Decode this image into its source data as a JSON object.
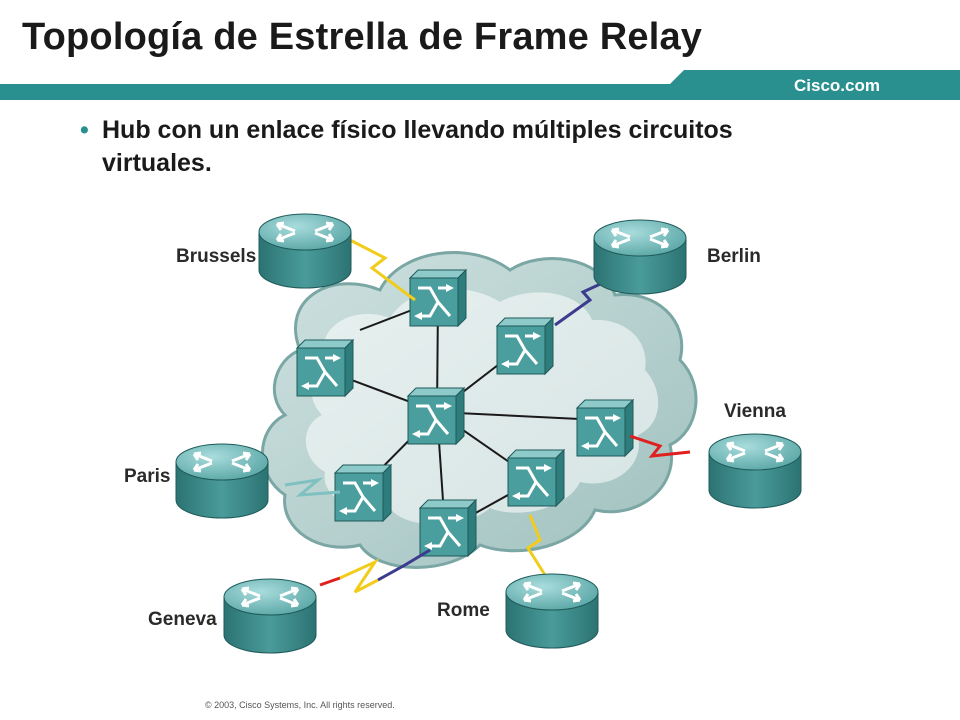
{
  "slide": {
    "title": "Topología de Estrella de Frame Relay",
    "brand": "Cisco.com",
    "bullet": "Hub con un enlace físico llevando múltiples circuitos virtuales.",
    "footer": "© 2003, Cisco Systems, Inc. All rights reserved."
  },
  "diagram": {
    "routers": {
      "brussels": "Brussels",
      "berlin": "Berlin",
      "vienna": "Vienna",
      "paris": "Paris",
      "geneva": "Geneva",
      "rome": "Rome"
    }
  },
  "colors": {
    "accent": "#2a8f8f",
    "device_body": "#3d8f8f",
    "device_top": "#7fc0c0",
    "cloud": "#b8d2d0"
  }
}
